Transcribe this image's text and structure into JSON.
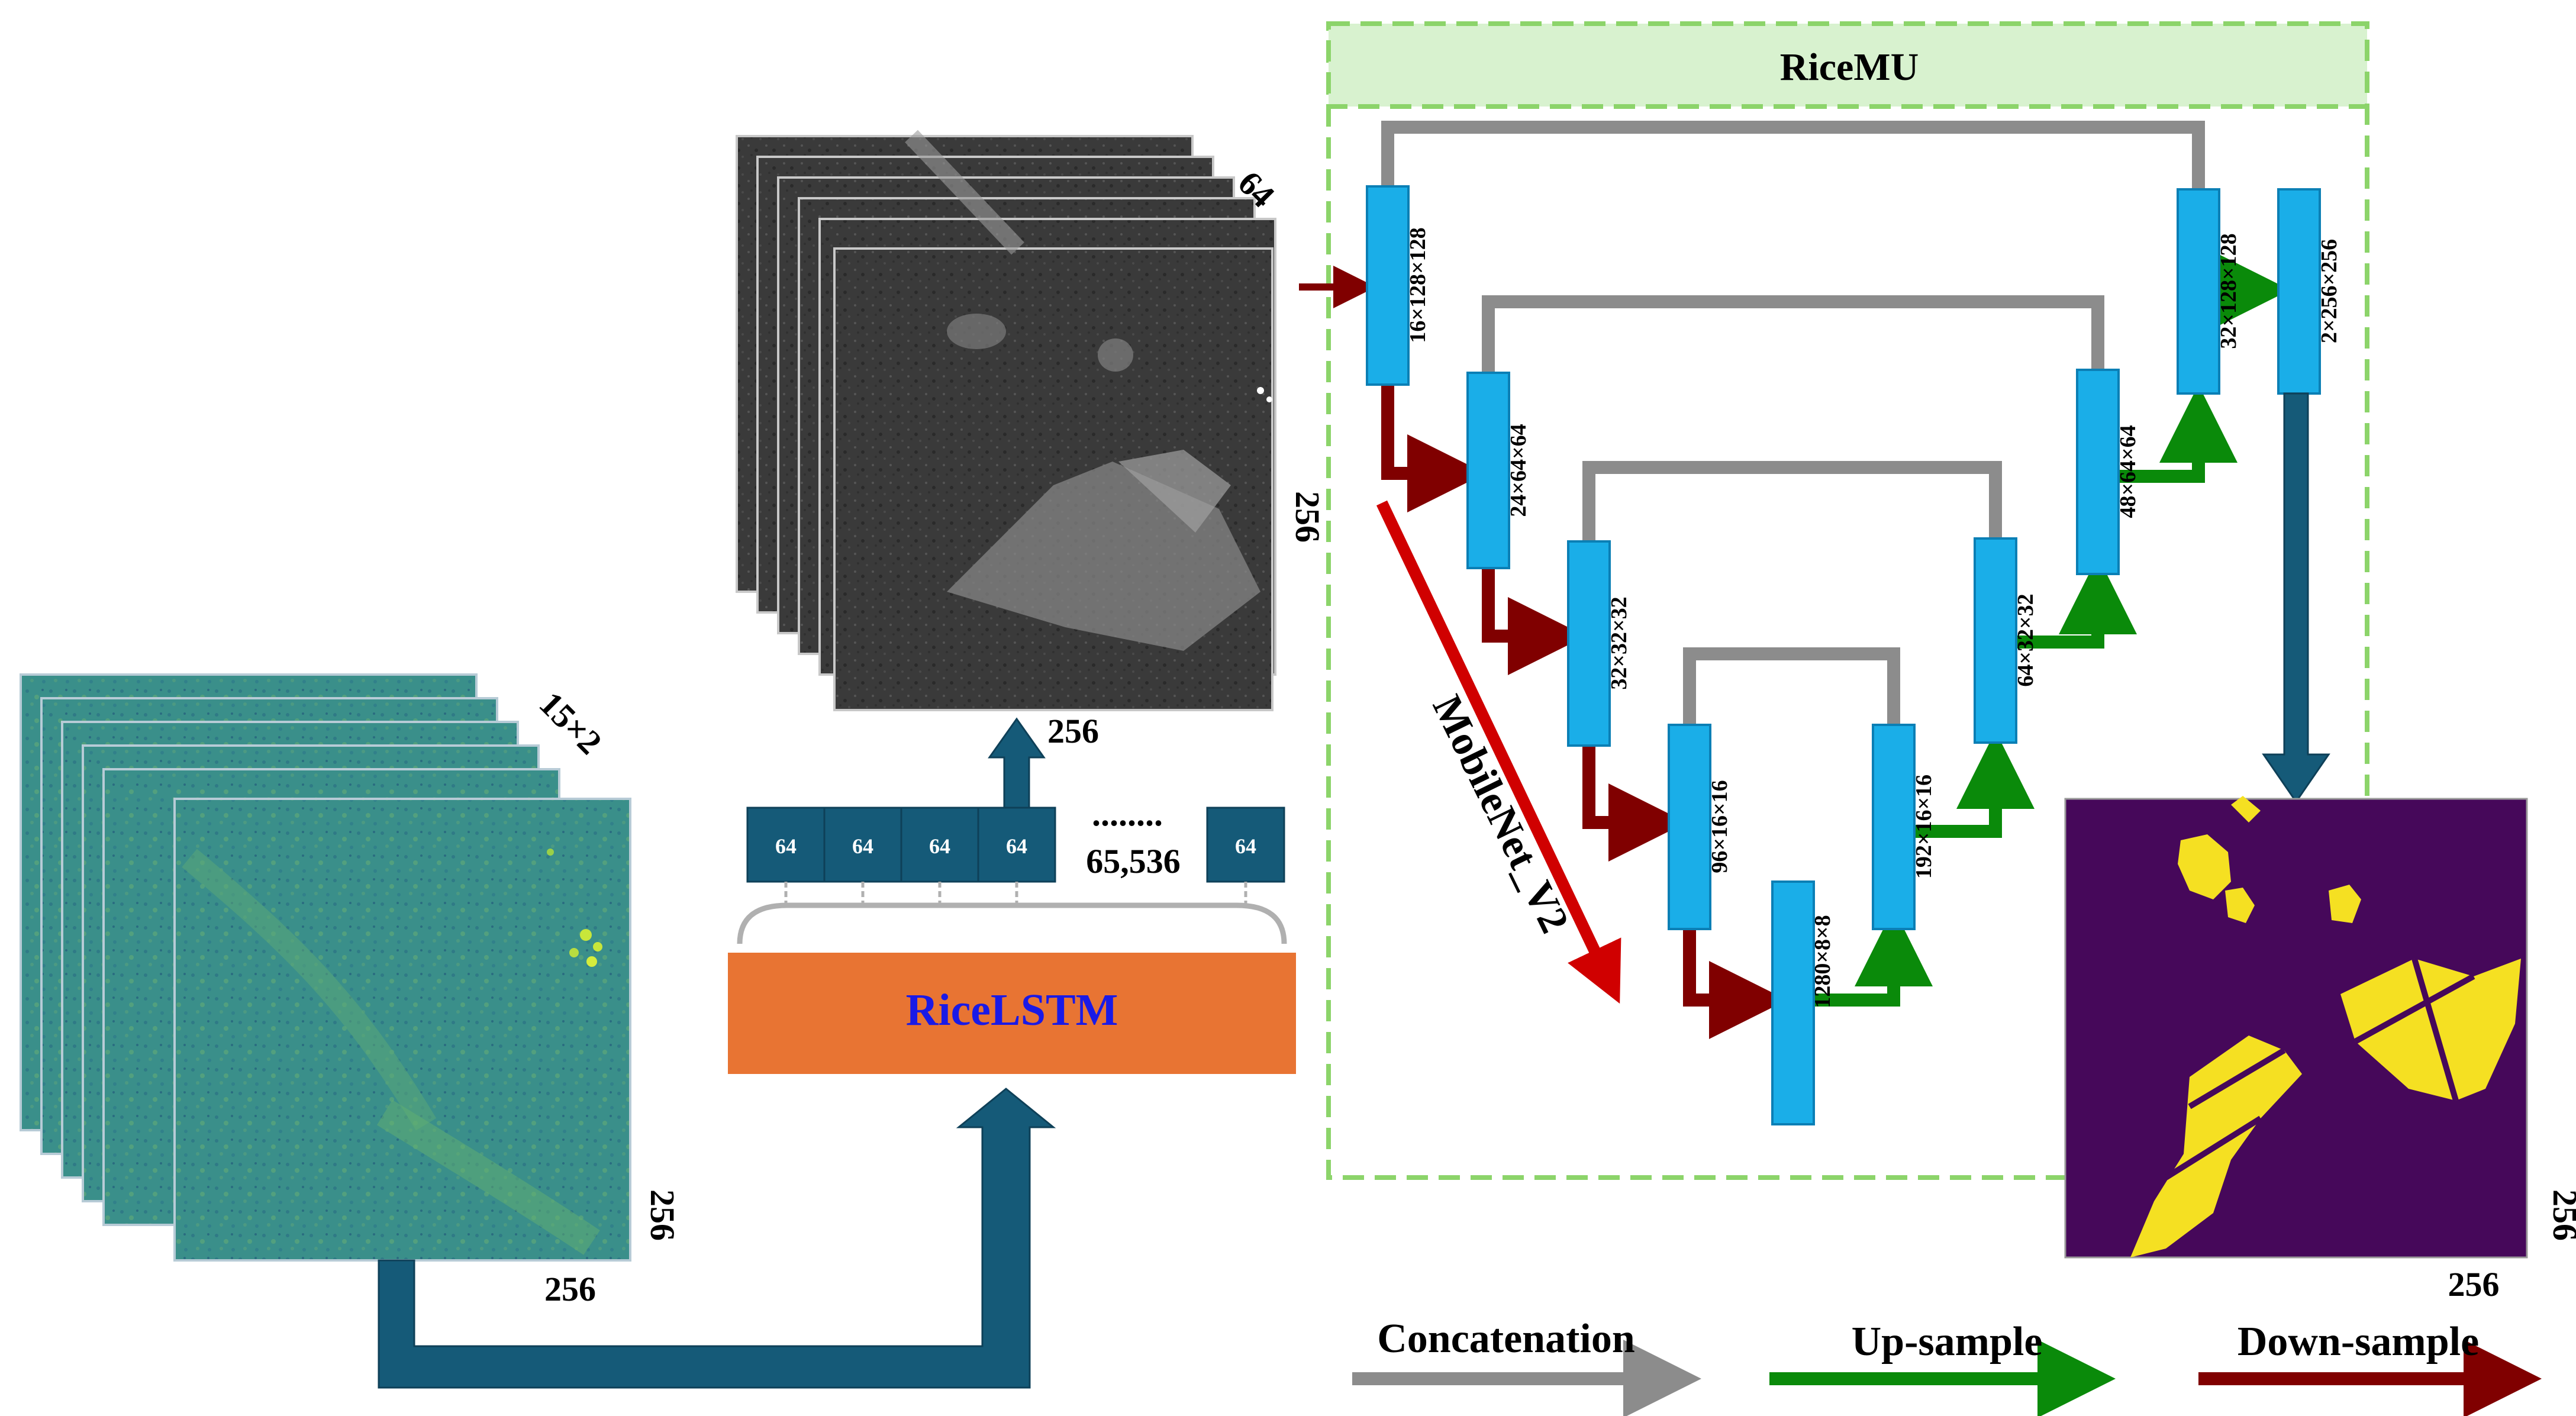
{
  "input_stack": {
    "depth_label": "15×2",
    "height_label": "256",
    "width_label": "256"
  },
  "feature_stack": {
    "depth_label": "64",
    "height_label": "256",
    "width_label": "256"
  },
  "vectors": {
    "cells": [
      "64",
      "64",
      "64",
      "64"
    ],
    "dots": "........",
    "count": "65,536",
    "last_cell": "64"
  },
  "riceLSTM": {
    "label": "RiceLSTM"
  },
  "riceMU": {
    "title": "RiceMU"
  },
  "encoder_label": "MobileNet_V2",
  "blocks": {
    "enc1": "16×128×128",
    "enc2": "24×64×64",
    "enc3": "32×32×32",
    "enc4": "96×16×16",
    "bottleneck": "1280×8×8",
    "dec4": "192×16×16",
    "dec3": "64×32×32",
    "dec2": "48×64×64",
    "dec1": "32×128×128",
    "out": "2×256×256"
  },
  "output_map": {
    "height_label": "256",
    "width_label": "256"
  },
  "legend": {
    "concat": "Concatenation",
    "up": "Up-sample",
    "down": "Down-sample"
  },
  "colors": {
    "block": "#1aaee8",
    "block_stroke": "#0b7fb5",
    "vector": "#155a78",
    "lstm": "#e87433",
    "lstm_text": "#1a1ae6",
    "concat": "#8c8c8c",
    "upsample": "#0a8a0a",
    "downsample": "#800000",
    "encoder_arrow": "#d00000",
    "ricemu_border": "#8cd46a",
    "ricemu_header": "#d8f2cf",
    "map_bg": "#46085a",
    "map_fg": "#f5e022"
  }
}
